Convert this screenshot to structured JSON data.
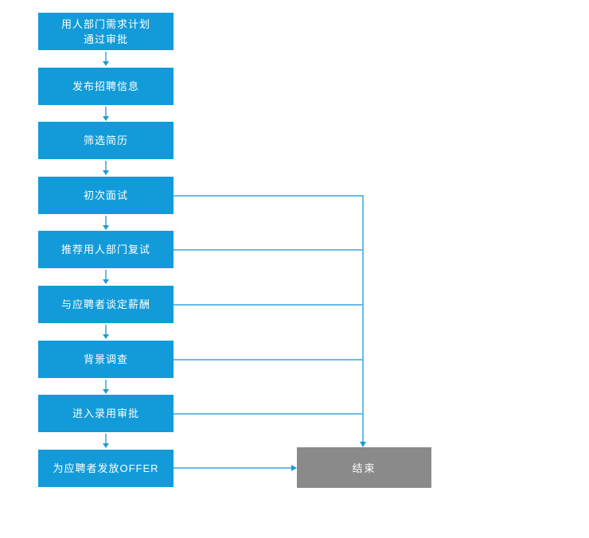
{
  "diagram": {
    "steps": [
      {
        "label": "用人部门需求计划\n通过审批",
        "branch_right": false
      },
      {
        "label": "发布招聘信息",
        "branch_right": false
      },
      {
        "label": "筛选简历",
        "branch_right": false
      },
      {
        "label": "初次面试",
        "branch_right": true
      },
      {
        "label": "推荐用人部门复试",
        "branch_right": true
      },
      {
        "label": "与应聘者谈定薪酬",
        "branch_right": true
      },
      {
        "label": "背景调查",
        "branch_right": true
      },
      {
        "label": "进入录用审批",
        "branch_right": true
      },
      {
        "label": "为应聘者发放OFFER",
        "branch_right": false,
        "arrow_to_end": true
      }
    ],
    "end_label": "结束",
    "colors": {
      "node_fill": "#129BD8",
      "end_fill": "#8A8A8A",
      "connector": "#66BBE7",
      "arrowhead": "#1E9CD7",
      "text": "#FFFFFF"
    }
  }
}
